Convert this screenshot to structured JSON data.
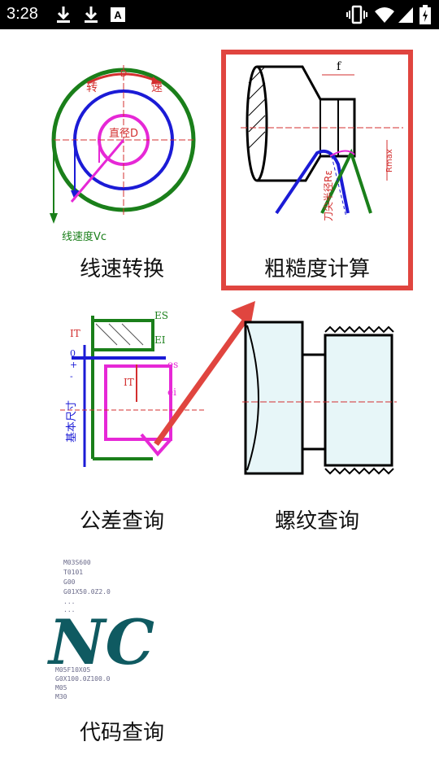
{
  "status_bar": {
    "time": "3:28",
    "left_icons": [
      "download-icon",
      "download-icon",
      "font-a-icon"
    ],
    "right_icons": [
      "vibrate-icon",
      "wifi-icon",
      "signal-icon",
      "battery-icon"
    ]
  },
  "tiles": [
    {
      "label": "线速转换",
      "icon": "speed-diagram-icon"
    },
    {
      "label": "粗糙度计算",
      "icon": "roughness-diagram-icon"
    },
    {
      "label": "公差查询",
      "icon": "tolerance-diagram-icon"
    },
    {
      "label": "螺纹查询",
      "icon": "thread-diagram-icon"
    },
    {
      "label": "代码查询",
      "icon": "nc-code-icon"
    }
  ],
  "speed_diagram": {
    "text_top": "D",
    "text_rot1": "转",
    "text_rot2": "速",
    "text_center": "直径D",
    "text_vc": "线速度Vc"
  },
  "roughness_diagram": {
    "text_f": "f",
    "text_r": "刀尖半径Rε",
    "text_rmax": "Rmax"
  },
  "tolerance_diagram": {
    "es_upper": "ES",
    "ei": "EI",
    "es": "es",
    "ei_lower": "ei",
    "it_top": "IT",
    "it_mid": "IT",
    "base": "基本尺寸",
    "zero": "0",
    "plus": "+",
    "minus": "-"
  },
  "nc_code": {
    "lines_top": [
      "M03S600",
      "T0101",
      "G00",
      "G01X50.0Z2.0",
      "...",
      "..."
    ],
    "logo": "NC",
    "lines_bottom": [
      "M05F10X05",
      "G0X100.0Z100.0",
      "M05",
      "M30"
    ]
  },
  "colors": {
    "highlight": "#e0453f",
    "green": "#1a7f1a",
    "blue": "#1b1bd6",
    "magenta": "#e628d6",
    "red": "#d32f2f",
    "teal": "#0f5a61"
  }
}
